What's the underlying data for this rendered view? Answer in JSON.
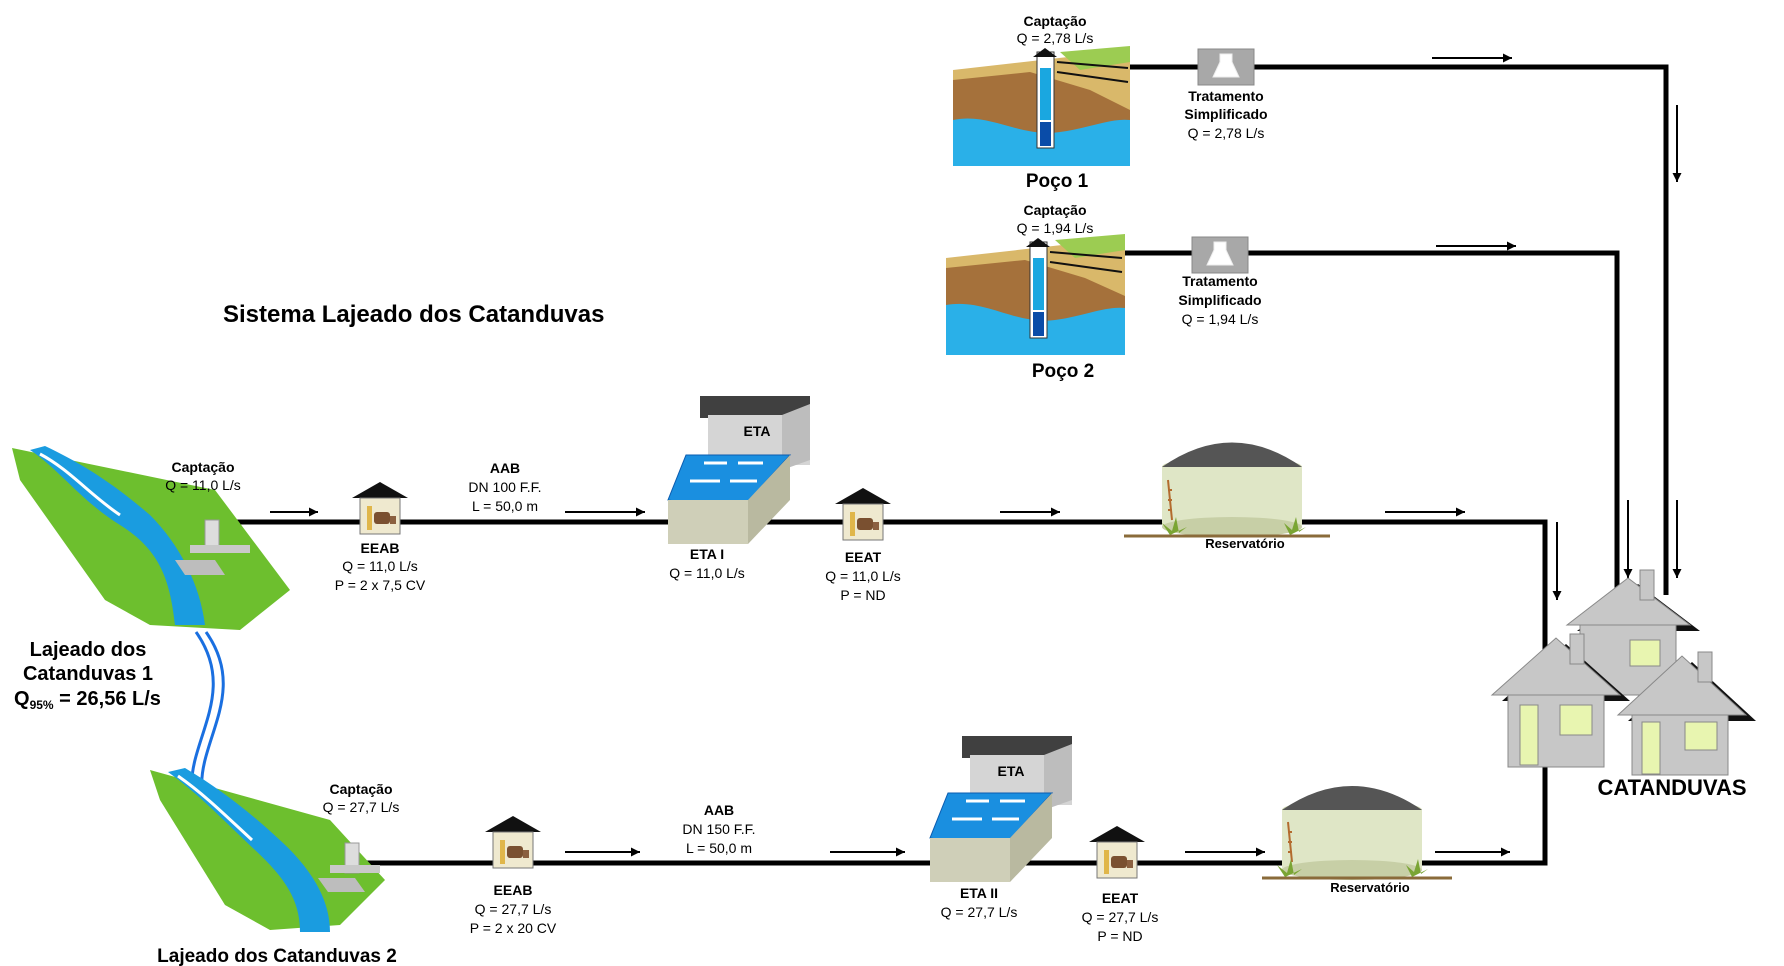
{
  "title": "Sistema Lajeado dos Catanduvas",
  "destination": "CATANDUVAS",
  "colors": {
    "pipe": "#000000",
    "grass": "#6dbf2e",
    "water": "#1a9ce0",
    "tank": "#dfe6c6",
    "roof": "#555555",
    "house": "#c7c7c7",
    "window": "#e8f5b0",
    "soil": "#b8863b",
    "sky_water": "#2ab0e8"
  },
  "wells": [
    {
      "name": "Poço 1",
      "captacao_label": "Captação",
      "captacao_flow": "Q = 2,78 L/s",
      "treat_line1": "Tratamento",
      "treat_line2": "Simplificado",
      "treat_flow": "Q = 2,78 L/s"
    },
    {
      "name": "Poço 2",
      "captacao_label": "Captação",
      "captacao_flow": "Q = 1,94 L/s",
      "treat_line1": "Tratamento",
      "treat_line2": "Simplificado",
      "treat_flow": "Q = 1,94 L/s"
    }
  ],
  "source1": {
    "name_line1": "Lajeado dos",
    "name_line2": "Catanduvas 1",
    "q95_prefix": "Q",
    "q95_sub": "95%",
    "q95_value": " = 26,56 L/s",
    "captacao_label": "Captação",
    "captacao_flow": "Q = 11,0 L/s",
    "eeab_label": "EEAB",
    "eeab_flow": "Q = 11,0 L/s",
    "eeab_power": "P = 2 x 7,5 CV",
    "aab_label": "AAB",
    "aab_dn": "DN 100 F.F.",
    "aab_length": "L = 50,0 m",
    "eta_sign": "ETA",
    "eta_label": "ETA I",
    "eta_flow": "Q = 11,0 L/s",
    "eeat_label": "EEAT",
    "eeat_flow": "Q = 11,0 L/s",
    "eeat_power": "P = ND",
    "reservoir": "Reservatório"
  },
  "source2": {
    "name": "Lajeado dos Catanduvas 2",
    "captacao_label": "Captação",
    "captacao_flow": "Q = 27,7 L/s",
    "eeab_label": "EEAB",
    "eeab_flow": "Q = 27,7 L/s",
    "eeab_power": "P = 2 x 20 CV",
    "aab_label": "AAB",
    "aab_dn": "DN 150 F.F.",
    "aab_length": "L = 50,0 m",
    "eta_sign": "ETA",
    "eta_label": "ETA II",
    "eta_flow": "Q = 27,7 L/s",
    "eeat_label": "EEAT",
    "eeat_flow": "Q = 27,7 L/s",
    "eeat_power": "P = ND",
    "reservoir": "Reservatório"
  }
}
